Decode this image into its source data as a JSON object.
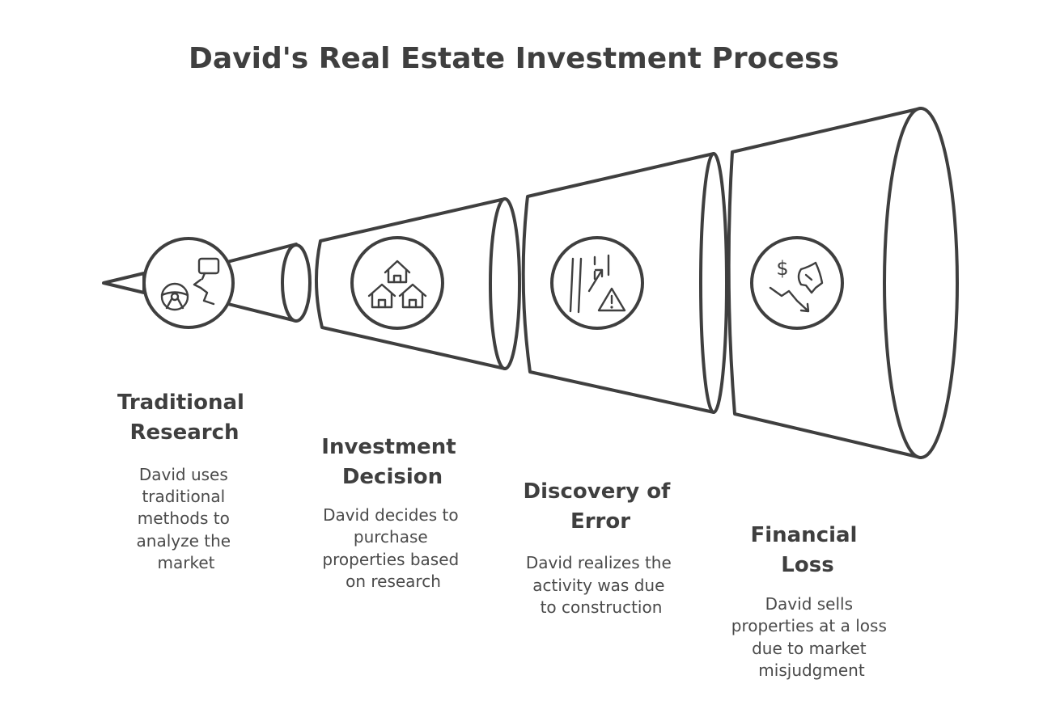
{
  "diagram": {
    "title": "David's Real Estate Investment Process",
    "stroke_color": "#3f3f3f",
    "background": "#ffffff",
    "steps": [
      {
        "title_lines": [
          "Traditional",
          "Research"
        ],
        "description_lines": [
          "David uses",
          "traditional",
          "methods to",
          "analyze the",
          "market"
        ],
        "icon": "steering-wheel-chat-icon"
      },
      {
        "title_lines": [
          "Investment",
          "Decision"
        ],
        "description_lines": [
          "David decides to",
          "purchase",
          "properties based",
          "on research"
        ],
        "icon": "houses-icon"
      },
      {
        "title_lines": [
          "Discovery of",
          "Error"
        ],
        "description_lines": [
          "David realizes the",
          "activity was due",
          "to construction"
        ],
        "icon": "road-warning-icon"
      },
      {
        "title_lines": [
          "Financial",
          "Loss"
        ],
        "description_lines": [
          "David sells",
          "properties at a loss",
          "due to market",
          "misjudgment"
        ],
        "icon": "money-loss-icon"
      }
    ]
  }
}
